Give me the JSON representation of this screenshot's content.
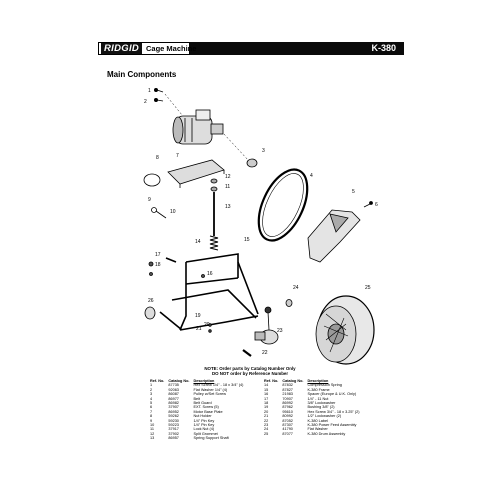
{
  "header": {
    "brand": "RIDGID",
    "title": "Cage Machine",
    "model": "K-380"
  },
  "section_title": "Main Components",
  "callouts": [
    "1",
    "2",
    "3",
    "4",
    "5",
    "6",
    "7",
    "8",
    "9",
    "10",
    "11",
    "12",
    "13",
    "14",
    "15",
    "16",
    "17",
    "18",
    "19",
    "20",
    "21",
    "22",
    "23",
    "24",
    "25",
    "26"
  ],
  "note_line1": "NOTE: Order parts by Catalog Number Only",
  "note_line2": "DO NOT order by Reference Number",
  "table_headers": {
    "ref": "Ref. No.",
    "catalog": "Catalog No.",
    "description": "Description"
  },
  "parts_left": [
    {
      "ref": "1",
      "catalog": "87735",
      "desc": "Hex Screw 1/4\" - 18 x 3/4\" (4)"
    },
    {
      "ref": "2",
      "catalog": "92063",
      "desc": "Flat Washer 1/4\" (4)"
    },
    {
      "ref": "3",
      "catalog": "86087",
      "desc": "Pulley w/Set Screw"
    },
    {
      "ref": "4",
      "catalog": "86977",
      "desc": "Belt"
    },
    {
      "ref": "5",
      "catalog": "86982",
      "desc": "Belt Guard"
    },
    {
      "ref": "6",
      "catalog": "37907",
      "desc": "EXT. Screw (5)"
    },
    {
      "ref": "7",
      "catalog": "86952",
      "desc": "Motor Base Plate"
    },
    {
      "ref": "8",
      "catalog": "59262",
      "desc": "Nut Holder"
    },
    {
      "ref": "9",
      "catalog": "59230",
      "desc": "1/4\" Pin Key"
    },
    {
      "ref": "10",
      "catalog": "59223",
      "desc": "1/4\" Pin Key"
    },
    {
      "ref": "11",
      "catalog": "37917",
      "desc": "Lock Nut (4)"
    },
    {
      "ref": "12",
      "catalog": "37902",
      "desc": "Split Grommet"
    },
    {
      "ref": "13",
      "catalog": "86957",
      "desc": "Spring Support Shaft"
    }
  ],
  "parts_right": [
    {
      "ref": "14",
      "catalog": "87832",
      "desc": "Compression Spring"
    },
    {
      "ref": "15",
      "catalog": "87827",
      "desc": "K-380 Frame"
    },
    {
      "ref": "16",
      "catalog": "21983",
      "desc": "Spacer (Europe & U.K. Only)"
    },
    {
      "ref": "17",
      "catalog": "70907",
      "desc": "1/4\" - 11 Nut"
    },
    {
      "ref": "18",
      "catalog": "86992",
      "desc": "3/8\" Lockwasher"
    },
    {
      "ref": "19",
      "catalog": "87962",
      "desc": "Bushing 3/8\" (2)"
    },
    {
      "ref": "20",
      "catalog": "95610",
      "desc": "Hex Screw 3/4\" - 18 x 3.25\" (2)"
    },
    {
      "ref": "21",
      "catalog": "80992",
      "desc": "1/2\" Lockwasher (2)"
    },
    {
      "ref": "22",
      "catalog": "87052",
      "desc": "K-380 Label"
    },
    {
      "ref": "23",
      "catalog": "87307",
      "desc": "K-380 Power Feed Assembly"
    },
    {
      "ref": "24",
      "catalog": "41790",
      "desc": "Flat Washer"
    },
    {
      "ref": "25",
      "catalog": "87077",
      "desc": "K-380 Drum Assembly"
    }
  ]
}
